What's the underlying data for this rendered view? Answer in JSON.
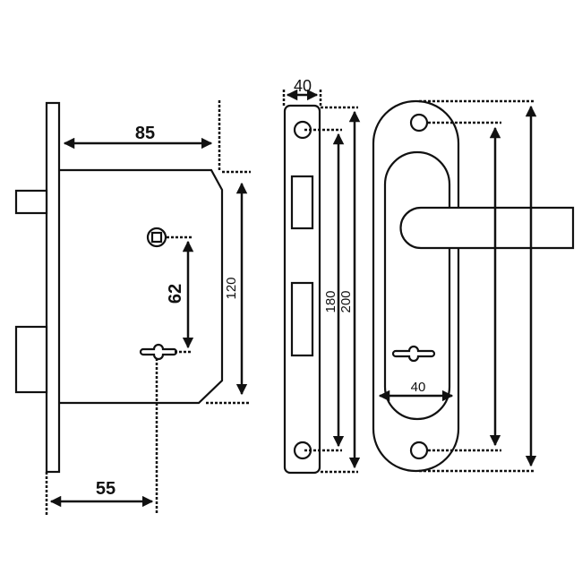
{
  "diagram": {
    "lock_body": {
      "backset_label": "85",
      "center_distance_label": "62",
      "body_height_label": "120",
      "offset_label": "55"
    },
    "strike_plate": {
      "width_label": "40",
      "hole_spacing_label": "180",
      "height_label": "200"
    },
    "escutcheon": {
      "width_label": "40"
    }
  }
}
